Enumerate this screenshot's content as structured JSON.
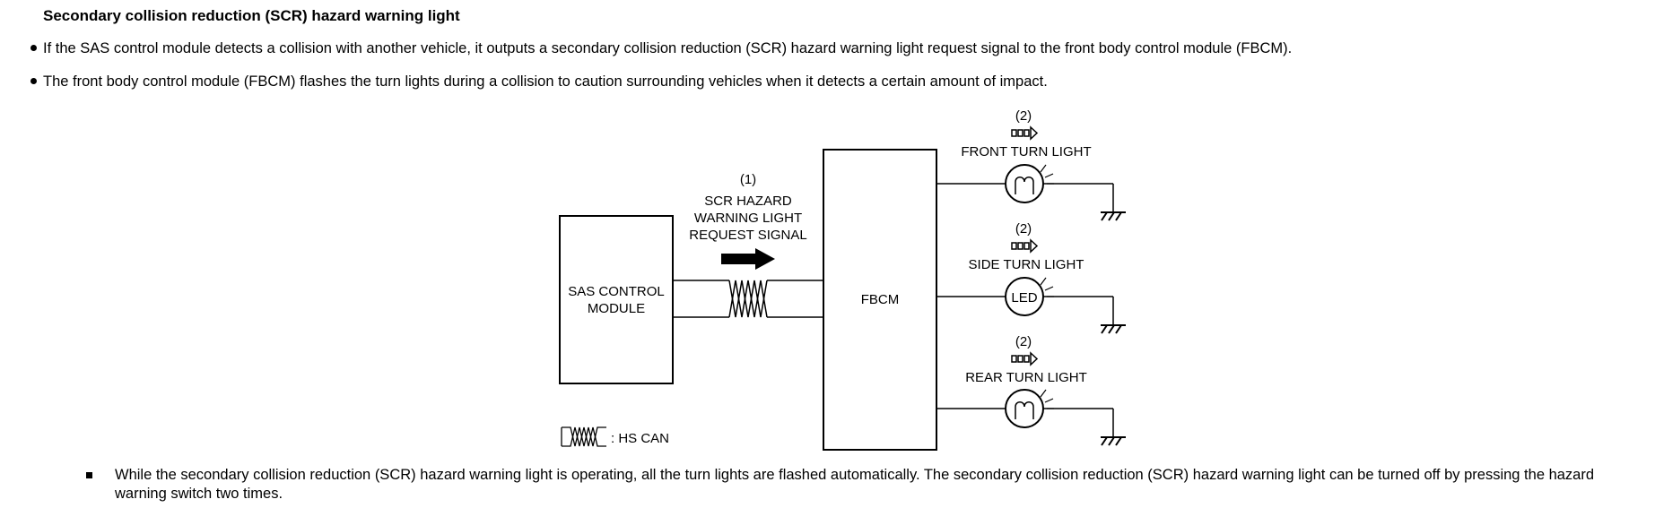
{
  "heading": "Secondary collision reduction (SCR) hazard warning light",
  "bullets": [
    "If the SAS control module detects a collision with another vehicle, it outputs a secondary collision reduction (SCR) hazard warning light request signal to the front body control module (FBCM).",
    "The front body control module (FBCM) flashes the turn lights during a collision to caution surrounding vehicles when it detects a certain amount of impact."
  ],
  "diagram": {
    "sas_module_line1": "SAS CONTROL",
    "sas_module_line2": "MODULE",
    "signal_number": "(1)",
    "signal_line1": "SCR HAZARD",
    "signal_line2": "WARNING LIGHT",
    "signal_line3": "REQUEST SIGNAL",
    "fbcm_label": "FBCM",
    "outputs": [
      {
        "number": "(2)",
        "label": "FRONT TURN LIGHT",
        "bulb": "filament"
      },
      {
        "number": "(2)",
        "label": "SIDE TURN LIGHT",
        "bulb": "LED"
      },
      {
        "number": "(2)",
        "label": "REAR TURN LIGHT",
        "bulb": "filament"
      }
    ],
    "led_text": "LED",
    "legend_text": ": HS CAN"
  },
  "note": "While the secondary collision reduction (SCR) hazard warning light is operating, all the turn lights are flashed automatically. The secondary collision reduction (SCR) hazard warning light can be turned off by pressing the hazard warning switch two times."
}
